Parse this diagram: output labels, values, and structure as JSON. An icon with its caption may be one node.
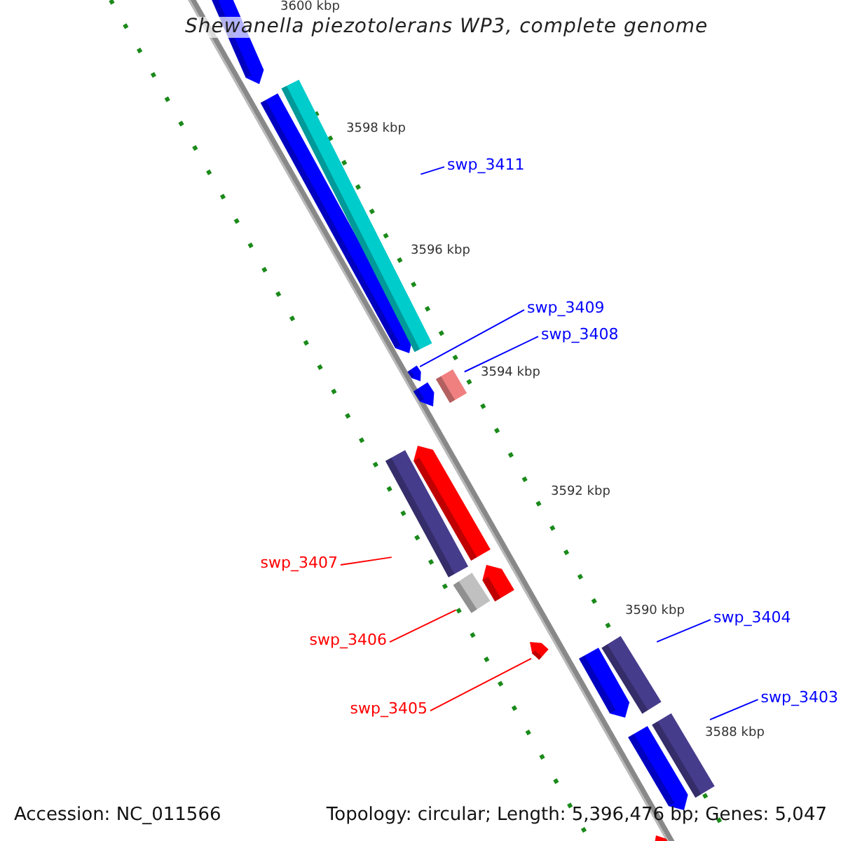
{
  "diagram": {
    "title": "Shewanella piezotolerans WP3, complete genome",
    "nodes": [
      {
        "text": [
          "swp_3411"
        ]
      },
      {
        "text": [
          "swp_3409"
        ]
      },
      {
        "text": [
          "swp_3408"
        ]
      },
      {
        "text": [
          "swp_3407"
        ]
      },
      {
        "text": [
          "swp_3404"
        ]
      },
      {
        "text": [
          "swp_3406"
        ]
      },
      {
        "text": [
          "swp_3403"
        ]
      },
      {
        "text": [
          "swp_3405"
        ]
      },
      {
        "text": [],
        "shape": "bar"
      },
      {
        "text": [],
        "shape": "bar"
      },
      {
        "text": [],
        "shape": "bar"
      },
      {
        "text": [],
        "shape": "bar"
      },
      {
        "text": [],
        "shape": "bar"
      },
      {
        "text": [],
        "shape": "bar"
      },
      {
        "text": [],
        "shape": "bar"
      },
      {
        "text": [],
        "shape": "bar"
      }
    ],
    "edges": [
      {
        "from": 0,
        "to": 8,
        "arrow": "none"
      },
      {
        "from": 1,
        "to": 9,
        "arrow": "none"
      },
      {
        "from": 2,
        "to": 10,
        "arrow": "none"
      },
      {
        "from": 3,
        "to": 11,
        "arrow": "none",
        "color": "#ff0000"
      },
      {
        "from": 4,
        "to": 14,
        "arrow": "none"
      },
      {
        "from": 5,
        "to": 12,
        "arrow": "none",
        "color": "#ff0000"
      },
      {
        "from": 6,
        "to": 15,
        "arrow": "none"
      },
      {
        "from": 7,
        "to": 13,
        "arrow": "none",
        "color": "#ff0000"
      }
    ],
    "labels": [
      "3600 kbp",
      "3598 kbp",
      "3596 kbp",
      "3594 kbp",
      "3592 kbp",
      "3590 kbp",
      "3588 kbp",
      "Accession: NC_011566",
      "Topology: circular; Length: 5,396,476 bp; Genes: 5,047"
    ]
  }
}
